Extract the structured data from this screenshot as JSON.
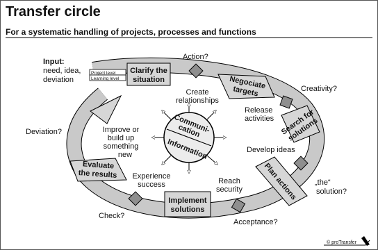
{
  "header": {
    "title": "Transfer circle",
    "subtitle": "For a systematic handling of projects, processes and functions"
  },
  "input": {
    "heading": "Input:",
    "line1": "need, idea,",
    "line2": "deviation"
  },
  "levels": {
    "project": "Project level",
    "learning": "Learning level"
  },
  "steps": {
    "clarify": [
      "Clarify the",
      "situation"
    ],
    "negotiate": [
      "Negociate",
      "targets"
    ],
    "search": [
      "Search for",
      "solutions"
    ],
    "plan": [
      "Plan actions"
    ],
    "implement": [
      "Implement",
      "solutions"
    ],
    "evaluate": [
      "Evaluate",
      "the results"
    ]
  },
  "gates": {
    "action": "Action?",
    "creativity": "Creativity?",
    "the_solution": [
      "„the“",
      "solution?"
    ],
    "acceptance": "Acceptance?",
    "check": "Check?",
    "deviation": "Deviation?"
  },
  "inner": {
    "create": [
      "Create",
      "relationships"
    ],
    "release": [
      "Release",
      "activities"
    ],
    "develop": "Develop ideas",
    "reach": [
      "Reach",
      "security"
    ],
    "experience": [
      "Experience",
      "success"
    ],
    "improve": [
      "Improve or",
      "build up",
      "something",
      "new"
    ]
  },
  "hub": {
    "top": [
      "Communi-",
      "cation"
    ],
    "bottom": "Information"
  },
  "footer": {
    "copyright": "© proTransfer"
  },
  "colors": {
    "ring": "#c9c9c9",
    "box": "#d6d6d6",
    "gate": "#8f8f8f",
    "stroke": "#000000"
  }
}
